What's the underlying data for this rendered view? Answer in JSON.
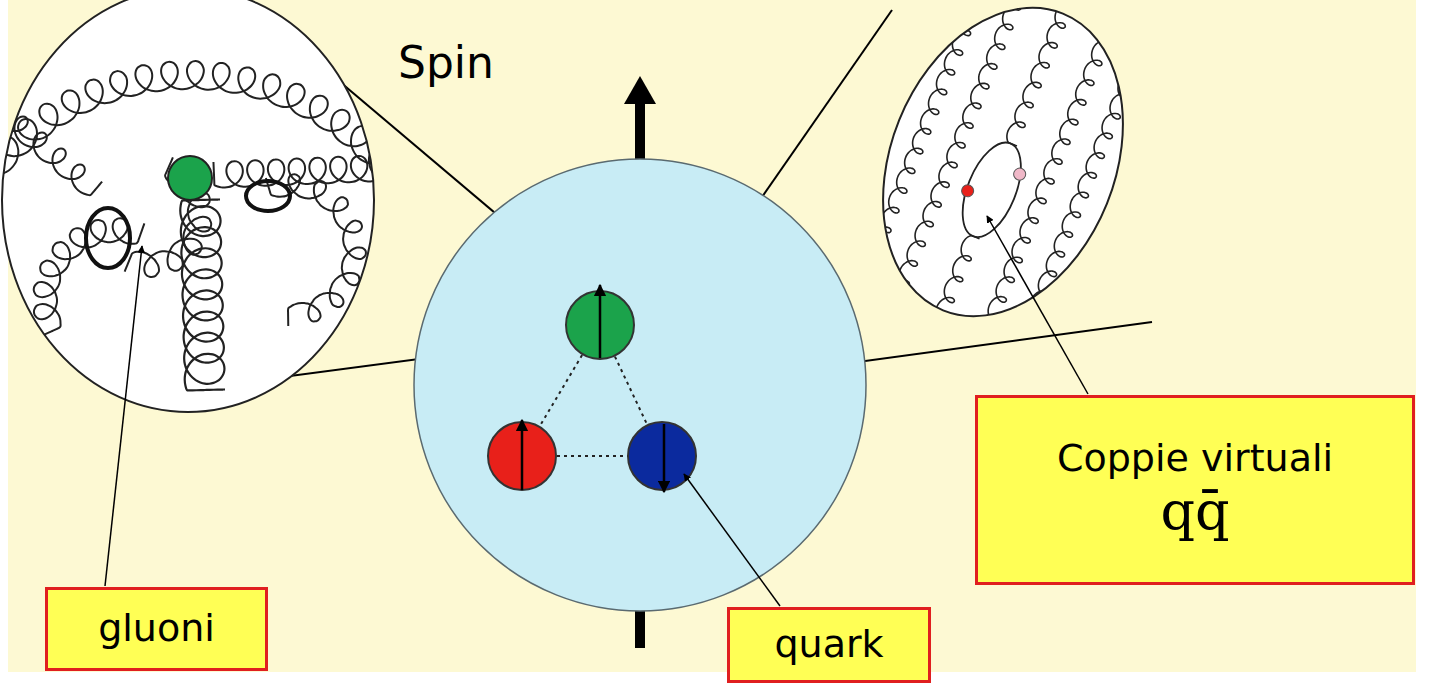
{
  "diagram": {
    "nodes": [
      {
        "text": [
          "gluoni"
        ]
      },
      {
        "text": [
          "quark"
        ]
      },
      {
        "text": [
          "Coppie virtuali",
          "qq̄"
        ]
      }
    ],
    "labels": [
      "Spin"
    ]
  }
}
